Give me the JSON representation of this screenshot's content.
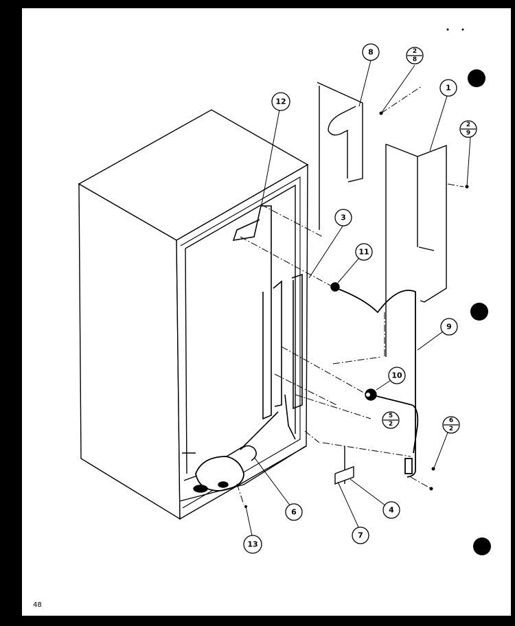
{
  "page": {
    "number": "48"
  },
  "callouts": {
    "c1": "1",
    "c3": "3",
    "c4": "4",
    "c6": "6",
    "c7": "7",
    "c8": "8",
    "c9": "9",
    "c10": "10",
    "c11": "11",
    "c12": "12",
    "c13": "13"
  },
  "fraction_refs": {
    "f1": {
      "num": "2",
      "den": "8"
    },
    "f2": {
      "num": "2",
      "den": "9"
    },
    "f3": {
      "num": "5",
      "den": "2"
    },
    "f4": {
      "num": "6",
      "den": "2"
    }
  }
}
